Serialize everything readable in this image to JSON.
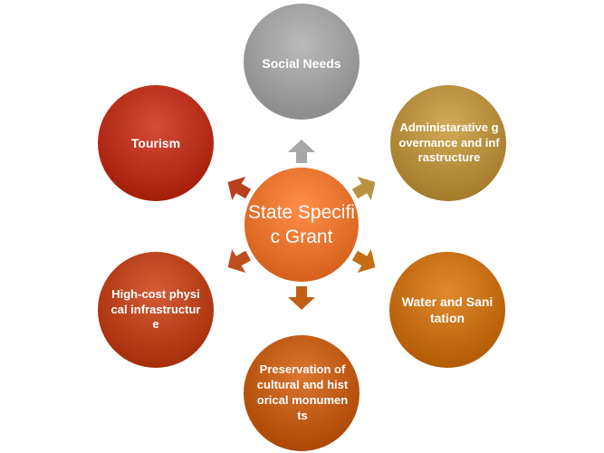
{
  "center": {
    "label": "State Specific Grant",
    "color": "#e8722d"
  },
  "nodes": [
    {
      "id": "social-needs",
      "label": "Social Needs",
      "color": "#9e9e9e"
    },
    {
      "id": "administrative-governance",
      "label": "Administarative governance and infrastructure",
      "color": "#b58d3c"
    },
    {
      "id": "water-sanitation",
      "label": "Water and Sanitation",
      "color": "#c46d12"
    },
    {
      "id": "preservation-monuments",
      "label": "Preservation of cultural and historical monuments",
      "color": "#bf5a14"
    },
    {
      "id": "high-cost-infrastructure",
      "label": "High-cost physical infrastructure",
      "color": "#b8401b"
    },
    {
      "id": "tourism",
      "label": "Tourism",
      "color": "#b8301c"
    }
  ],
  "arrows": [
    {
      "target": "social-needs",
      "color": "#a8a8a8"
    },
    {
      "target": "administrative-governance",
      "color": "#b8933f"
    },
    {
      "target": "water-sanitation",
      "color": "#c46d12"
    },
    {
      "target": "preservation-monuments",
      "color": "#c25f16"
    },
    {
      "target": "high-cost-infrastructure",
      "color": "#bf4e1e"
    },
    {
      "target": "tourism",
      "color": "#b8401b"
    }
  ]
}
